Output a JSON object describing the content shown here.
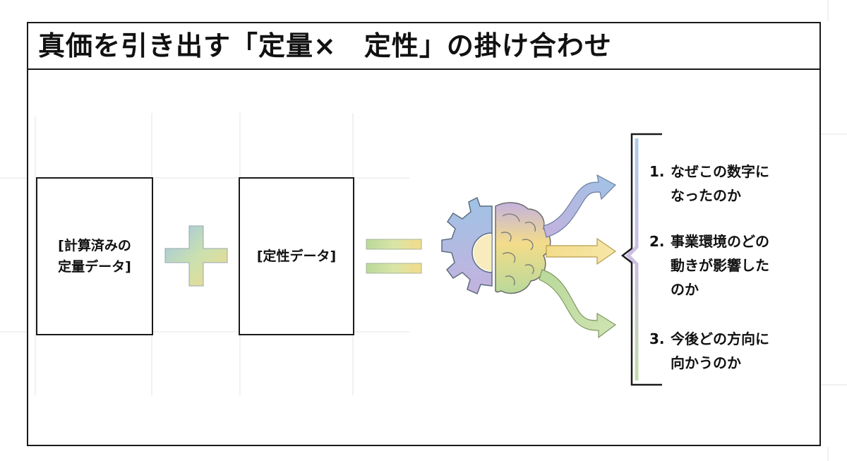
{
  "title": "真価を引き出す「定量×　定性」の掛け合わせ",
  "left_box": {
    "label": "[計算済みの\n定量データ]"
  },
  "plus_symbol": {
    "name": "plus-sign"
  },
  "right_box": {
    "label": "[定性データ]"
  },
  "equals_symbol": {
    "name": "equals-sign"
  },
  "illustration": {
    "gear": "gear-icon",
    "brain": "brain-icon",
    "arrows": [
      "arrow-up-right-icon",
      "arrow-right-icon",
      "arrow-down-right-icon"
    ]
  },
  "questions": [
    {
      "number": "1.",
      "text": "なぜこの数字に\nなったのか"
    },
    {
      "number": "2.",
      "text": "事業環境のどの\n動きが影響した\nのか"
    },
    {
      "number": "3.",
      "text": "今後どの方向に\n向かうのか"
    }
  ],
  "colors": {
    "blue": "#9fc3e6",
    "yellow": "#f3dc8a",
    "green": "#b9d99a",
    "purple": "#c4b2de",
    "line": "#1a1a1a"
  }
}
